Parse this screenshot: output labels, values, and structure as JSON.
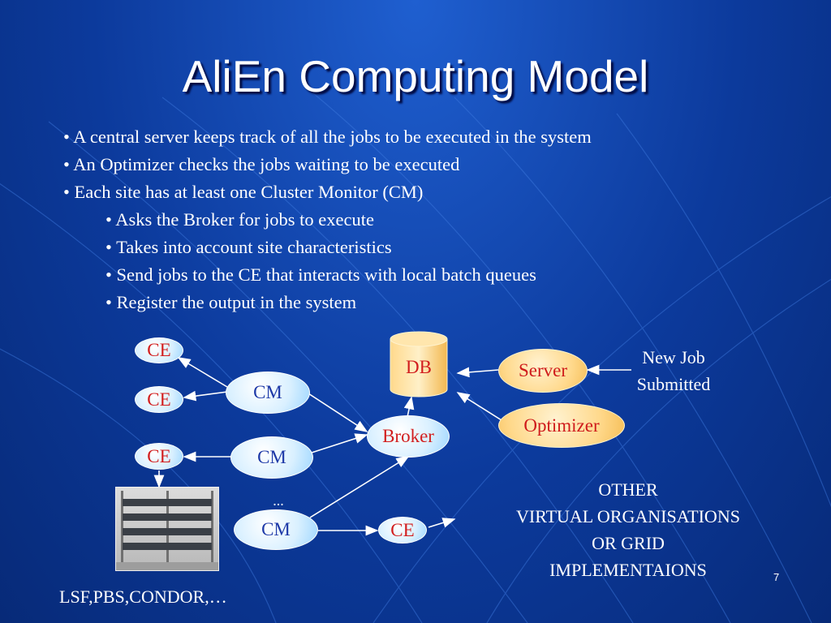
{
  "slide": {
    "title": "AliEn Computing Model",
    "page_number": "7",
    "footer": "LSF,PBS,CONDOR,…"
  },
  "bullets": {
    "level1": [
      "• A central server keeps track of all the jobs to be executed in the system",
      "• An Optimizer checks the jobs waiting to be executed",
      "• Each site has at least one Cluster Monitor (CM)"
    ],
    "level2": [
      "• Asks the Broker for jobs to execute",
      "• Takes into account site characteristics",
      "• Send jobs to the CE that interacts with local batch queues",
      "• Register the output in the system"
    ]
  },
  "diagram": {
    "ce_label": "CE",
    "cm_label": "CM",
    "db_label": "DB",
    "server_label": "Server",
    "optimizer_label": "Optimizer",
    "broker_label": "Broker",
    "ellipsis": "...",
    "new_job": [
      "New Job",
      "Submitted"
    ],
    "other": [
      "OTHER",
      "VIRTUAL ORGANISATIONS",
      "OR GRID",
      "IMPLEMENTAIONS"
    ]
  },
  "colors": {
    "background": "#0c3a9c",
    "node_light": "#d9f0ff",
    "node_orange": "#ffd98c",
    "label_red": "#d21e1e",
    "label_blue": "#1f3aa8"
  }
}
